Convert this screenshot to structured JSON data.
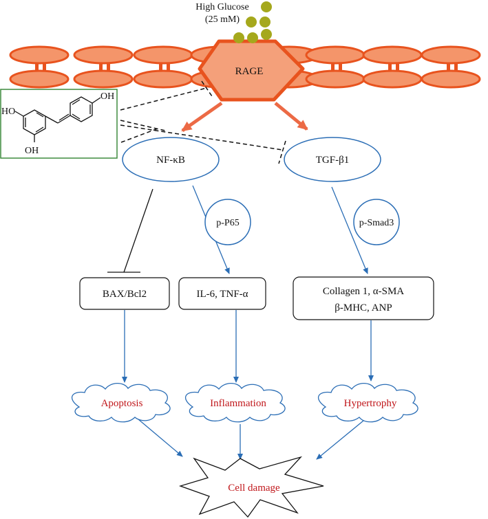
{
  "stimulus": {
    "line1": "High Glucose",
    "line2": "(25 mM)"
  },
  "receptor": {
    "label": "RAGE"
  },
  "molecule": {
    "label_ho": "HO",
    "label_oh_top": "OH",
    "label_oh_bottom": "OH"
  },
  "pathways": {
    "nfkb": "NF-κB",
    "tgfb1": "TGF-β1",
    "p65": "p-P65",
    "smad3": "p-Smad3"
  },
  "targets": {
    "bax_bcl2": "BAX/Bcl2",
    "cytokines": "IL-6, TNF-α",
    "fibrosis_line1": "Collagen 1, α-SMA",
    "fibrosis_line2": "β-MHC, ANP"
  },
  "outcomes": {
    "apoptosis": "Apoptosis",
    "inflammation": "Inflammation",
    "hypertrophy": "Hypertrophy",
    "cell_damage": "Cell damage"
  },
  "colors": {
    "membrane_fill": "#f4956a",
    "membrane_stroke": "#e8531e",
    "receptor_fill": "#f4a07a",
    "glucose": "#a5a81c",
    "pathway_stroke": "#2a6db5",
    "activation_arrow": "#ec6a45",
    "outcome_text": "#c0161a",
    "molecule_frame": "#3d8a3d"
  }
}
